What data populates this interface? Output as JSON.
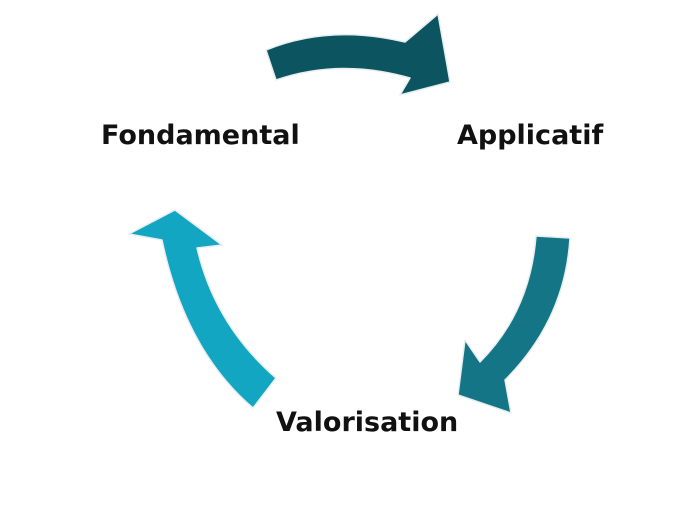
{
  "diagram": {
    "type": "cycle",
    "stages": [
      {
        "label": "Fondamental"
      },
      {
        "label": "Applicatif"
      },
      {
        "label": "Valorisation"
      }
    ],
    "arrows": [
      {
        "from": "Fondamental",
        "to": "Applicatif",
        "color": "#0b5460"
      },
      {
        "from": "Applicatif",
        "to": "Valorisation",
        "color": "#137585"
      },
      {
        "from": "Valorisation",
        "to": "Fondamental",
        "color": "#12a6c2"
      }
    ]
  }
}
